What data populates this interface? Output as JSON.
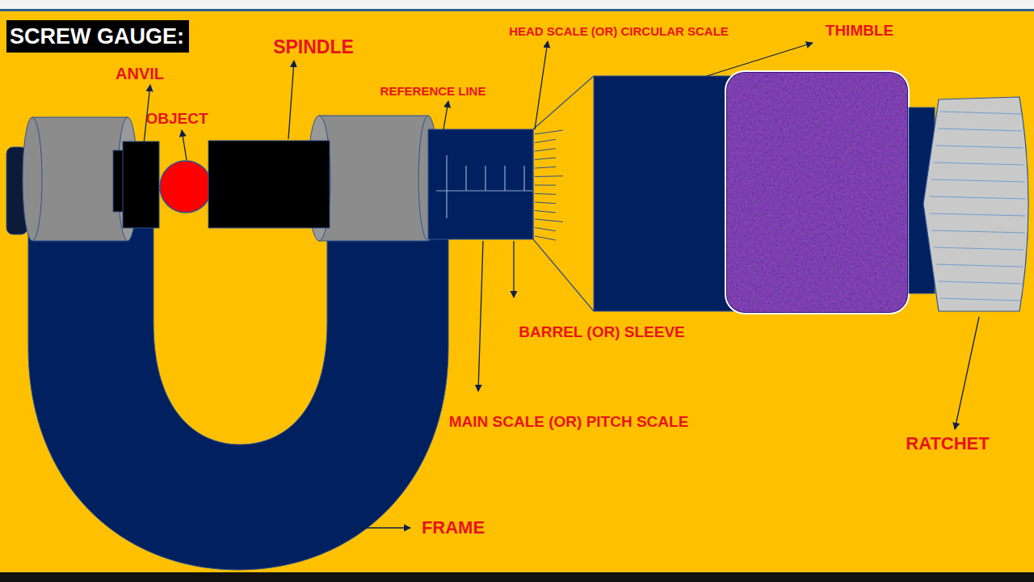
{
  "diagram": {
    "title": "SCREW GAUGE:",
    "labels": [
      "ANVIL",
      "OBJECT",
      "SPINDLE",
      "REFERENCE LINE",
      "HEAD SCALE (OR) CIRCULAR SCALE",
      "THIMBLE",
      "BARREL (OR) SLEEVE",
      "MAIN SCALE (OR) PITCH SCALE",
      "RATCHET",
      "FRAME"
    ]
  }
}
